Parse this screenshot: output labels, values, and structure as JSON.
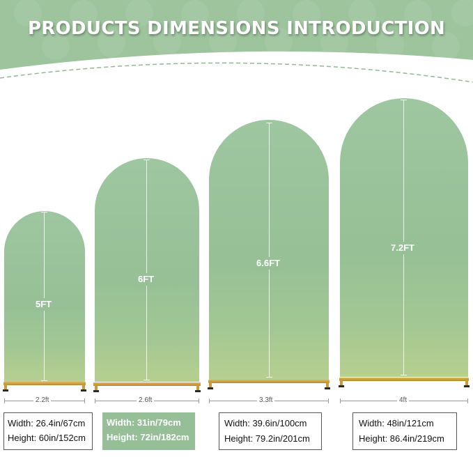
{
  "header": {
    "title": "PRODUCTS DIMENSIONS  INTRODUCTION",
    "colors": {
      "band": "#9dc49d",
      "arch": "#97c096",
      "stand": "#c99a3c"
    }
  },
  "products": [
    {
      "height_label": "5FT",
      "width_label": "2.2ft",
      "spec_width": "Width: 26.4in/67cm",
      "spec_height": "Height: 60in/152cm"
    },
    {
      "height_label": "6FT",
      "width_label": "2.6ft",
      "spec_width": "Width: 31in/79cm",
      "spec_height": "Height: 72in/182cm"
    },
    {
      "height_label": "6.6FT",
      "width_label": "3.3ft",
      "spec_width": "Width: 39.6in/100cm",
      "spec_height": "Height: 79.2in/201cm"
    },
    {
      "height_label": "7.2FT",
      "width_label": "4ft",
      "spec_width": "Width: 48in/121cm",
      "spec_height": "Height: 86.4in/219cm"
    }
  ]
}
